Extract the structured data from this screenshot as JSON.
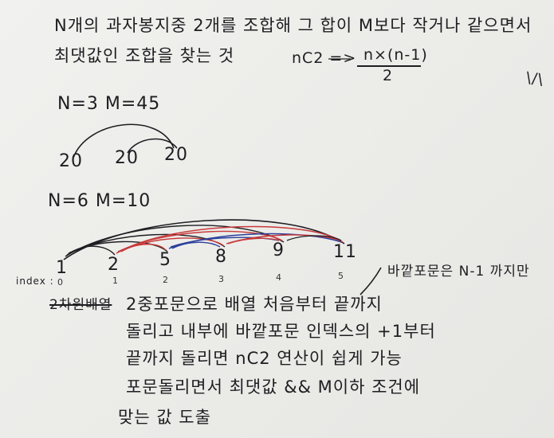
{
  "problem": {
    "line1": "N개의 과자봉지중 2개를 조합해 그 합이 M보다 작거나 같으면서",
    "line2": "최댓값인 조합을 찾는 것",
    "formula_left": "nC2 =>",
    "formula_num": "n×(n-1)",
    "formula_den": "2",
    "corner_mark": "\\/\\"
  },
  "example1": {
    "header": "N=3  M=45",
    "values": [
      "20",
      "20",
      "20"
    ]
  },
  "example2": {
    "header": "N=6  M=10",
    "values": [
      "1",
      "2",
      "5",
      "8",
      "9",
      "11"
    ],
    "index_label": "index :",
    "indices": [
      "0",
      "1",
      "2",
      "3",
      "4",
      "5"
    ],
    "outer_note": "바깥포문은 N-1 까지만"
  },
  "explanation": {
    "struck": "2차원배열",
    "line1": "2중포문으로 배열 처음부터 끝까지",
    "line2": "돌리고 내부에 바깥포문 인덱스의 +1부터",
    "line3": "끝까지 돌리면 nC2 연산이 쉽게 가능",
    "line4": "포문돌리면서 최댓값 && M이하 조건에",
    "line5": "맞는 값 도출"
  },
  "colors": {
    "ink": "#1e1e22",
    "red": "#c83a3a",
    "blue": "#2c3f9c"
  }
}
